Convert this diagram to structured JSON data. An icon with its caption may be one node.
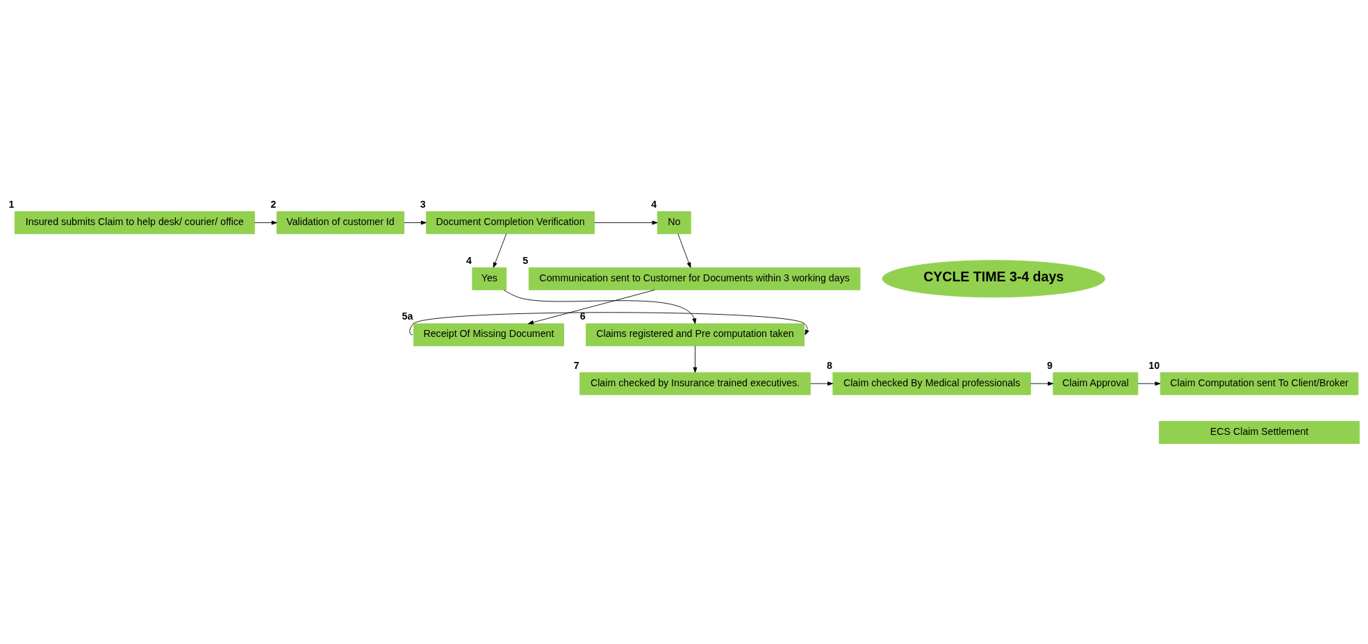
{
  "diagram": {
    "nodes": [
      {
        "text": [
          "Insured submits Claim to help desk/ courier/ office"
        ],
        "beside": [
          "1"
        ]
      },
      {
        "text": [
          "Validation of customer Id"
        ],
        "beside": [
          "2"
        ]
      },
      {
        "text": [
          "Document Completion Verification"
        ],
        "beside": [
          "3"
        ]
      },
      {
        "text": [
          "No"
        ],
        "beside": [
          "4"
        ]
      },
      {
        "text": [
          "Yes"
        ],
        "beside": [
          "4"
        ]
      },
      {
        "text": [
          "Communication sent to Customer for Documents within 3 working days"
        ],
        "beside": [
          "5"
        ]
      },
      {
        "text": [
          "Receipt Of Missing Document"
        ],
        "beside": [
          "5a"
        ]
      },
      {
        "text": [
          "Claims registered and Pre computation taken"
        ],
        "beside": [
          "6"
        ]
      },
      {
        "text": [
          "Claim checked by Insurance trained executives."
        ],
        "beside": [
          "7"
        ]
      },
      {
        "text": [
          "Claim checked By Medical professionals"
        ],
        "beside": [
          "8"
        ]
      },
      {
        "text": [
          "Claim Approval"
        ],
        "beside": [
          "9"
        ]
      },
      {
        "text": [
          "Claim Computation sent To Client/Broker"
        ],
        "beside": [
          "10"
        ]
      },
      {
        "text": [
          "CYCLE TIME 3-4 days"
        ]
      },
      {
        "text": [
          "ECS Claim Settlement"
        ]
      }
    ],
    "edges": [
      {
        "from": 0,
        "to": 1,
        "arrow": "to"
      },
      {
        "from": 1,
        "to": 2,
        "arrow": "to"
      },
      {
        "from": 2,
        "to": 3,
        "arrow": "to"
      },
      {
        "from": 3,
        "to": 5,
        "arrow": "to"
      },
      {
        "from": 2,
        "to": 4,
        "arrow": "to"
      },
      {
        "from": 4,
        "to": 7,
        "arrow": "to"
      },
      {
        "from": 5,
        "to": 6,
        "arrow": "to"
      },
      {
        "from": 6,
        "to": 7,
        "arrow": "to"
      },
      {
        "from": 7,
        "to": 8,
        "arrow": "to"
      },
      {
        "from": 8,
        "to": 9,
        "arrow": "to"
      },
      {
        "from": 9,
        "to": 10,
        "arrow": "to"
      },
      {
        "from": 10,
        "to": 11,
        "arrow": "to"
      }
    ]
  }
}
